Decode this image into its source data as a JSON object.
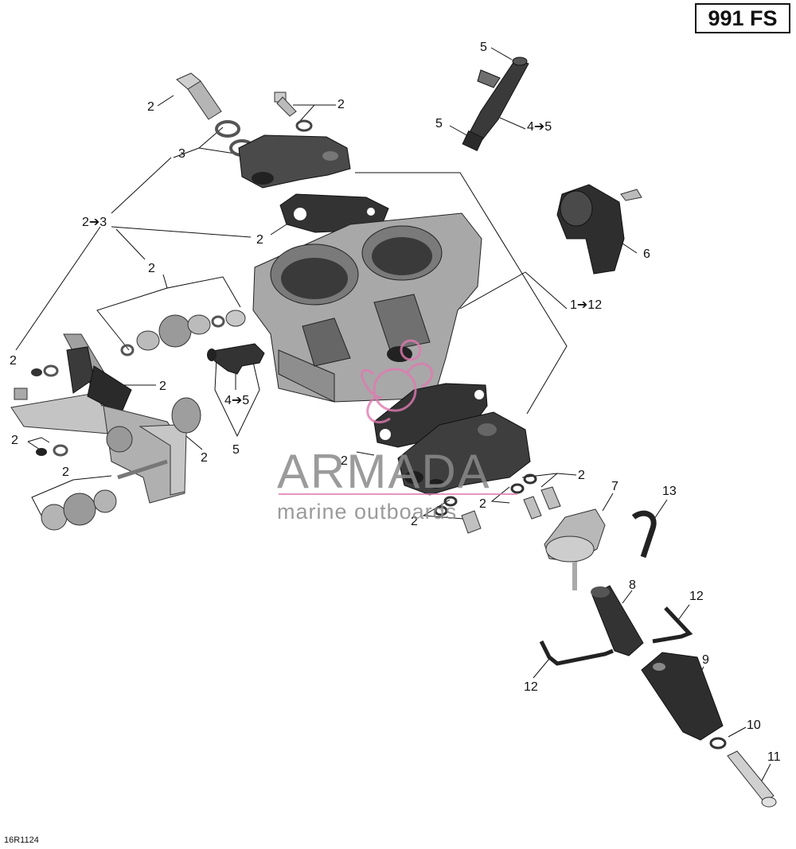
{
  "diagram": {
    "model_label": "991 FS",
    "diagram_code": "16R1124",
    "watermark": {
      "brand": "ARMADA",
      "subtitle": "marine outboards"
    },
    "colors": {
      "part_dark": "#2b2b2b",
      "part_mid": "#6f6f6f",
      "part_light": "#bdbdbd",
      "watermark_pink": "#e07ab0",
      "watermark_gray": "#8a8a8a"
    },
    "callouts": [
      {
        "id": "c1",
        "text": "5"
      },
      {
        "id": "c2",
        "text": "2"
      },
      {
        "id": "c3",
        "text": "2"
      },
      {
        "id": "c4",
        "text": "5"
      },
      {
        "id": "c5",
        "text": "4➔5"
      },
      {
        "id": "c6",
        "text": "3"
      },
      {
        "id": "c7",
        "text": "2➔3"
      },
      {
        "id": "c8",
        "text": "2"
      },
      {
        "id": "c9",
        "text": "6"
      },
      {
        "id": "c10",
        "text": "2"
      },
      {
        "id": "c11",
        "text": "1➔12"
      },
      {
        "id": "c12",
        "text": "2"
      },
      {
        "id": "c13",
        "text": "2"
      },
      {
        "id": "c14",
        "text": "4➔5"
      },
      {
        "id": "c15",
        "text": "2"
      },
      {
        "id": "c16",
        "text": "2"
      },
      {
        "id": "c17",
        "text": "5"
      },
      {
        "id": "c18",
        "text": "2"
      },
      {
        "id": "c19",
        "text": "2"
      },
      {
        "id": "c20",
        "text": "2"
      },
      {
        "id": "c21",
        "text": "2"
      },
      {
        "id": "c22",
        "text": "2"
      },
      {
        "id": "c23",
        "text": "7"
      },
      {
        "id": "c24",
        "text": "13"
      },
      {
        "id": "c25",
        "text": "8"
      },
      {
        "id": "c26",
        "text": "12"
      },
      {
        "id": "c27",
        "text": "12"
      },
      {
        "id": "c28",
        "text": "9"
      },
      {
        "id": "c29",
        "text": "10"
      },
      {
        "id": "c30",
        "text": "11"
      }
    ]
  }
}
